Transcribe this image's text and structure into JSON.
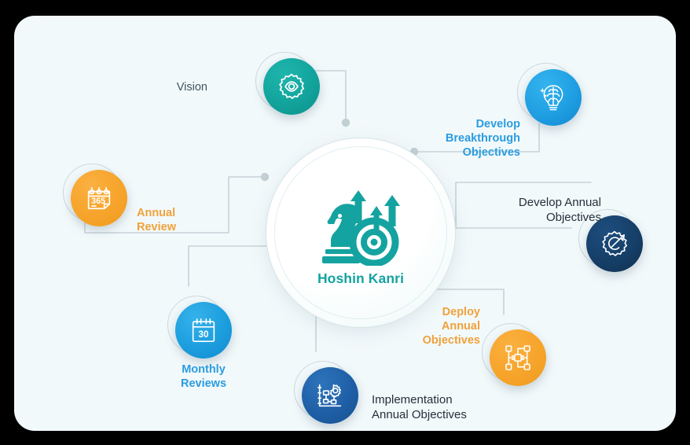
{
  "card": {
    "background": "#f2f9fb",
    "frame_background": "#000000"
  },
  "hub": {
    "title": "Hoshin Kanri",
    "icon": "chess-knight-target-arrows-icon",
    "color": "#14a3a0",
    "background": "#ffffff"
  },
  "nodes": [
    {
      "id": "vision",
      "label": "Vision",
      "icon": "gear-eye-icon",
      "color": "#12a49c",
      "label_color": "#3c555c",
      "label_align": "right"
    },
    {
      "id": "develop-breakthrough-objectives",
      "label": "Develop\nBreakthrough\nObjectives",
      "icon": "brain-lightbulb-icon",
      "color": "#1f9fe2",
      "label_color": "#2a9ce0",
      "label_align": "right"
    },
    {
      "id": "develop-annual-objectives",
      "label": "Develop Annual\nObjectives",
      "icon": "gear-rocket-icon",
      "color": "#163f68",
      "label_color": "#25303a",
      "label_align": "right"
    },
    {
      "id": "deploy-annual-objectives",
      "label": "Deploy\nAnnual\nObjectives",
      "icon": "network-nodes-icon",
      "color": "#f6a42b",
      "label_color": "#f0a13a",
      "label_align": "right"
    },
    {
      "id": "implementation-annual-objectives",
      "label": "Implementation\nAnnual Objectives",
      "icon": "blueprint-gear-icon",
      "color": "#1f5fa6",
      "label_color": "#25303a",
      "label_align": "left"
    },
    {
      "id": "monthly-reviews",
      "label": "Monthly\nReviews",
      "icon": "calendar-30-icon",
      "color": "#1c9ede",
      "label_color": "#2a9ce0",
      "label_align": "center"
    },
    {
      "id": "annual-review",
      "label": "Annual\nReview",
      "icon": "calendar-365-icon",
      "color": "#f6a42b",
      "label_color": "#f0a13a",
      "label_align": "left"
    }
  ],
  "icon_text": {
    "calendar_month": "30",
    "calendar_year": "365"
  },
  "connectors": {
    "line_color": "#c7d3d8",
    "dot_color": "#c2cfd4"
  }
}
